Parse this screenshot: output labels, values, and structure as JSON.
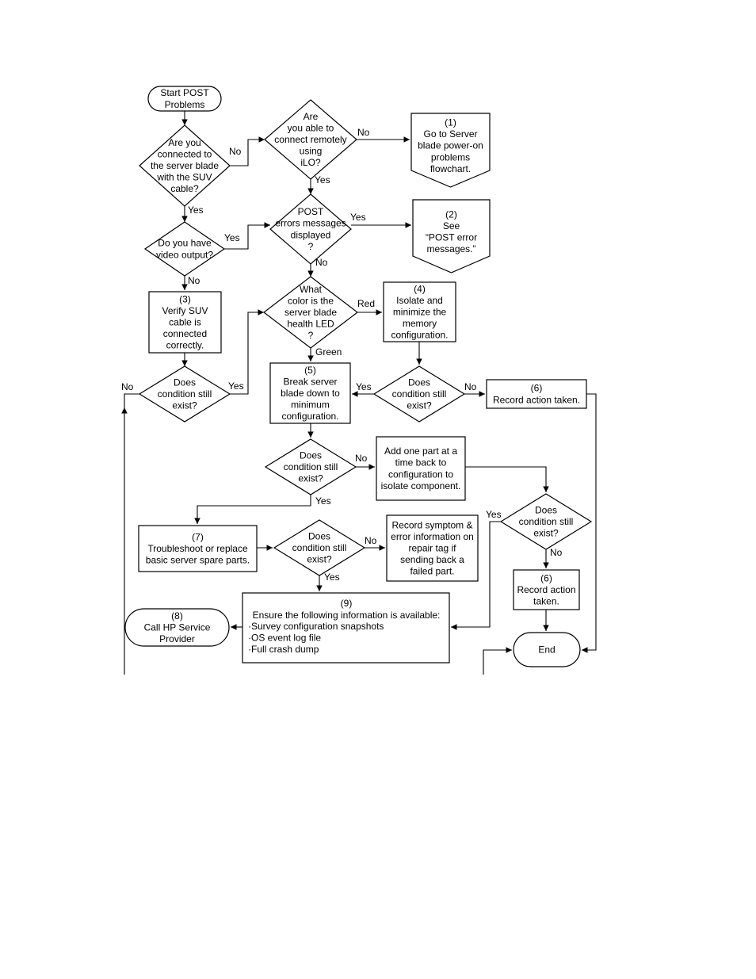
{
  "nodes": {
    "start": [
      "Start POST",
      "Problems"
    ],
    "q_suv": [
      "Are you",
      "connected to",
      "the server blade",
      "with the SUV",
      "cable?"
    ],
    "q_ilo": [
      "Are",
      "you able to",
      "connect remotely",
      "using",
      "iLO?"
    ],
    "n1": [
      "(1)",
      "Go to Server",
      "blade power-on",
      "problems",
      "flowchart."
    ],
    "q_video": [
      "Do you have",
      "video output?"
    ],
    "q_post": [
      "POST",
      "errors messages",
      "displayed",
      "?"
    ],
    "n2": [
      "(2)",
      "See",
      "“POST error",
      "messages.”"
    ],
    "n3": [
      "(3)",
      "Verify SUV",
      "cable is",
      "connected",
      "correctly."
    ],
    "q_led": [
      "What",
      "color is the",
      "server blade",
      "health LED",
      "?"
    ],
    "n4": [
      "(4)",
      "Isolate and",
      "minimize the",
      "memory",
      "configuration."
    ],
    "q_cond_a": [
      "Does",
      "condition still",
      "exist?"
    ],
    "n5": [
      "(5)",
      "Break server",
      "blade down to",
      "minimum",
      "configuration."
    ],
    "q_cond_b": [
      "Does",
      "condition still",
      "exist?"
    ],
    "n6a": [
      "(6)",
      "Record action taken."
    ],
    "q_cond_c": [
      "Does",
      "condition still",
      "exist?"
    ],
    "add_part": [
      "Add one part at a",
      "time back to",
      "configuration to",
      "isolate component."
    ],
    "q_cond_d": [
      "Does",
      "condition still",
      "exist?"
    ],
    "n7": [
      "(7)",
      "Troubleshoot or replace",
      "basic server spare parts."
    ],
    "q_cond_e": [
      "Does",
      "condition still",
      "exist?"
    ],
    "record_symptom": [
      "Record symptom &",
      "error information on",
      "repair tag if",
      "sending back a",
      "failed part."
    ],
    "n6b": [
      "(6)",
      "Record action",
      "taken."
    ],
    "n9_title": [
      "(9)",
      "Ensure the following information is available:"
    ],
    "n9_items": [
      "·Survey configuration snapshots",
      "·OS event log file",
      "·Full crash dump"
    ],
    "n8": [
      "(8)",
      "Call HP Service",
      "Provider"
    ],
    "end": [
      "End"
    ]
  },
  "edge_labels": {
    "suv_no": "No",
    "suv_yes": "Yes",
    "ilo_no": "No",
    "ilo_yes": "Yes",
    "video_yes": "Yes",
    "video_no": "No",
    "post_yes": "Yes",
    "post_no": "No",
    "led_red": "Red",
    "led_green": "Green",
    "cond_a_yes": "Yes",
    "cond_a_no": "No",
    "cond_b_yes": "Yes",
    "cond_b_no": "No",
    "cond_c_no": "No",
    "cond_c_yes": "Yes",
    "cond_d_yes": "Yes",
    "cond_d_no": "No",
    "cond_e_no": "No",
    "cond_e_yes": "Yes"
  }
}
